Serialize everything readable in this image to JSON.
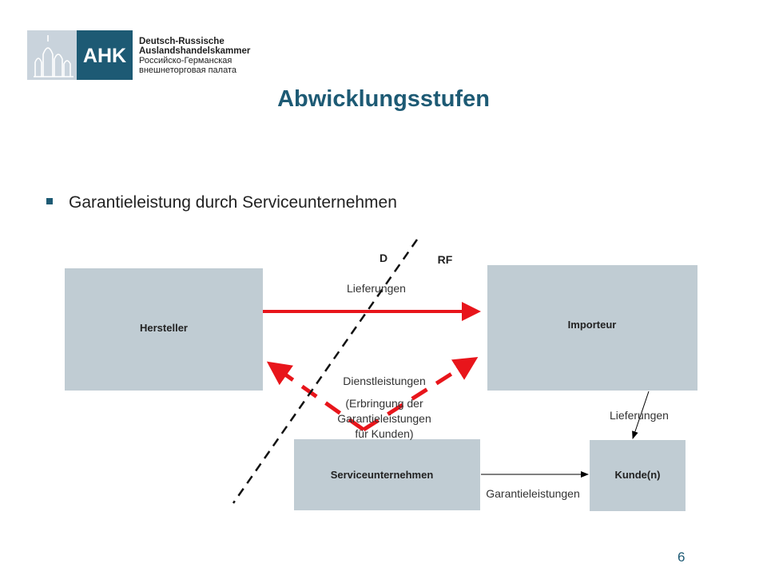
{
  "logo": {
    "mark": "AHK",
    "line1": "Deutsch-Russische",
    "line2": "Auslandshandelskammer",
    "line3": "Российско-Германская",
    "line4": "внешнеторговая палата",
    "icon": "kremlin-icon"
  },
  "title": "Abwicklungsstufen",
  "bullet": "Garantieleistung durch Serviceunternehmen",
  "diagram": {
    "border_labels": {
      "left": "D",
      "right": "RF"
    },
    "nodes": {
      "hersteller": "Hersteller",
      "importeur": "Importeur",
      "service": "Serviceunternehmen",
      "kunde": "Kunde(n)"
    },
    "edges": {
      "lieferungen_top": "Lieferungen",
      "dienstleistungen": "Dienstleistungen",
      "erbringung_1": "(Erbringung der",
      "erbringung_2": "Garantieleistungen",
      "erbringung_3": "für Kunden)",
      "lieferungen_right": "Lieferungen",
      "garantieleistungen": "Garantieleistungen"
    },
    "colors": {
      "box": "#c0ccd3",
      "red": "#e8151b",
      "title": "#1d5a74"
    }
  },
  "page_number": "6"
}
